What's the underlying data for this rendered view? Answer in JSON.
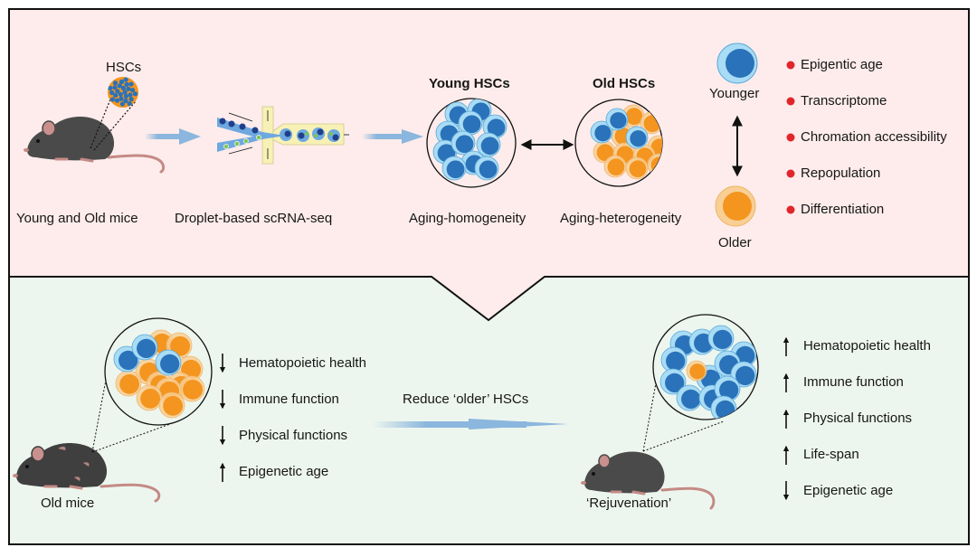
{
  "colors": {
    "top_panel_bg": "#fdeceb",
    "bottom_panel_bg": "#edf6ee",
    "young_cell_outer": "#a9dcf5",
    "young_cell_inner": "#2a72b9",
    "old_cell_outer": "#f8cf95",
    "old_cell_inner": "#f3951f",
    "bullet_red": "#e0252b",
    "flow_arrow": "#8bb6dd",
    "mouse_body": "#4a4a4a",
    "mouse_tail": "#c48a85",
    "microfluidic_channel": "#f7f1b5"
  },
  "top_panel": {
    "step1": {
      "mouse_label": "Young and Old mice",
      "inset_label": "HSCs"
    },
    "step2": {
      "label": "Droplet-based scRNA-seq"
    },
    "comparison": {
      "young": {
        "title": "Young HSCs",
        "caption": "Aging-homogeneity"
      },
      "old": {
        "title": "Old HSCs",
        "caption": "Aging-heterogeneity"
      }
    },
    "legend": {
      "younger_label": "Younger",
      "older_label": "Older",
      "features": [
        "Epigentic age",
        "Transcriptome",
        "Chromation accessibility",
        "Repopulation",
        "Differentiation"
      ]
    }
  },
  "bottom_panel": {
    "old": {
      "mouse_label": "Old mice",
      "effects": [
        {
          "direction": "down",
          "label": "Hematopoietic health"
        },
        {
          "direction": "down",
          "label": "Immune function"
        },
        {
          "direction": "down",
          "label": "Physical functions"
        },
        {
          "direction": "up",
          "label": "Epigenetic age"
        }
      ]
    },
    "intervention": {
      "label": "Reduce ‘older’ HSCs"
    },
    "rejuvenated": {
      "mouse_label": "‘Rejuvenation’",
      "effects": [
        {
          "direction": "up",
          "label": "Hematopoietic health"
        },
        {
          "direction": "up",
          "label": "Immune function"
        },
        {
          "direction": "up",
          "label": "Physical functions"
        },
        {
          "direction": "up",
          "label": "Life-span"
        },
        {
          "direction": "down",
          "label": "Epigenetic age"
        }
      ]
    }
  }
}
